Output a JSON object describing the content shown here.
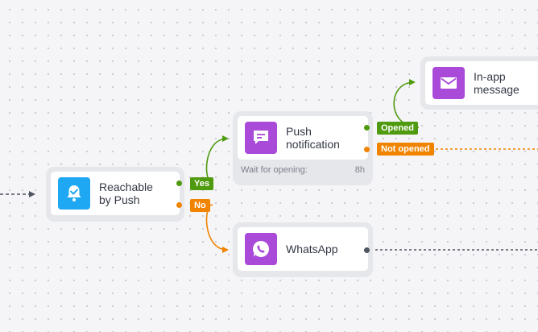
{
  "colors": {
    "yes": "#4f9a0f",
    "no": "#f08400",
    "neutral": "#4f5561",
    "push_icon_bg": "#1ea7f2",
    "purple_icon_bg": "#a94bd8",
    "card_shell": "#e6e7eb"
  },
  "nodes": {
    "reachable": {
      "label": "Reachable\nby Push",
      "icon": "bell-check-icon"
    },
    "push": {
      "label": "Push\nnotification",
      "icon": "message-bubble-icon",
      "wait_label": "Wait for opening:",
      "wait_value": "8h"
    },
    "inapp": {
      "label": "In-app\nmessage",
      "icon": "envelope-icon"
    },
    "whatsapp": {
      "label": "WhatsApp",
      "icon": "whatsapp-icon"
    }
  },
  "branches": {
    "yes": "Yes",
    "no": "No",
    "opened": "Opened",
    "not_opened": "Not opened"
  }
}
